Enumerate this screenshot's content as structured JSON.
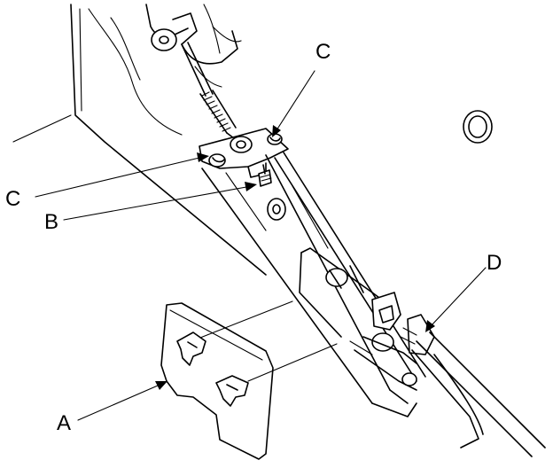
{
  "callouts": {
    "a": "A",
    "b": "B",
    "c_left": "C",
    "c_top": "C",
    "d": "D"
  },
  "colors": {
    "line": "#000000",
    "background": "#ffffff"
  }
}
